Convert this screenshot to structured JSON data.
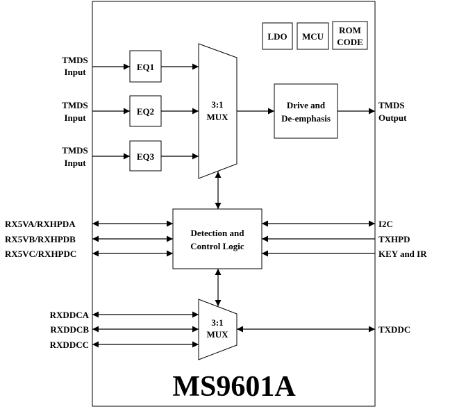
{
  "chip_name": "MS9601A",
  "blocks": {
    "ldo": "LDO",
    "mcu": "MCU",
    "rom_line1": "ROM",
    "rom_line2": "CODE",
    "eq1": "EQ1",
    "eq2": "EQ2",
    "eq3": "EQ3",
    "mux_top_line1": "3:1",
    "mux_top_line2": "MUX",
    "driver_line1": "Drive and",
    "driver_line2": "De-emphasis",
    "detect_line1": "Detection and",
    "detect_line2": "Control Logic",
    "mux_bottom_line1": "3:1",
    "mux_bottom_line2": "MUX"
  },
  "inputs": [
    {
      "line1": "TMDS",
      "line2": "Input"
    },
    {
      "line1": "TMDS",
      "line2": "Input"
    },
    {
      "line1": "TMDS",
      "line2": "Input"
    }
  ],
  "output": {
    "line1": "TMDS",
    "line2": "Output"
  },
  "left_signals": [
    "RX5VA/RXHPDA",
    "RX5VB/RXHPDB",
    "RX5VC/RXHPDC"
  ],
  "right_signals": [
    "I2C",
    "TXHPD",
    "KEY and IR"
  ],
  "ddc_inputs": [
    "RXDDCA",
    "RXDDCB",
    "RXDDCC"
  ],
  "ddc_output": "TXDDC"
}
